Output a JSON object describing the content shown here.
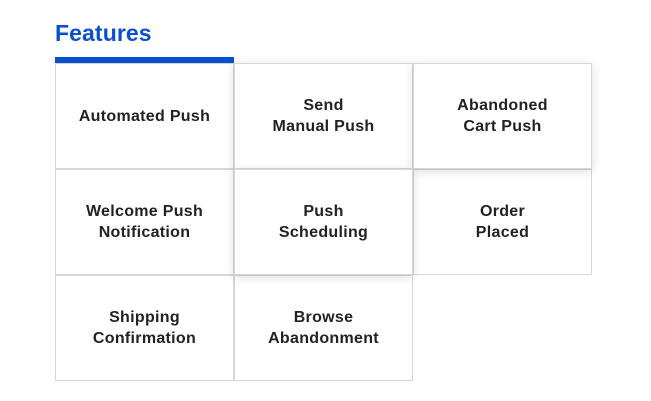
{
  "section": {
    "title": "Features",
    "accent_color": "#0b4fd1"
  },
  "features": [
    {
      "label": "Automated Push"
    },
    {
      "label": "Send\nManual Push"
    },
    {
      "label": "Abandoned\nCart Push"
    },
    {
      "label": "Welcome Push\nNotification"
    },
    {
      "label": "Push\nScheduling"
    },
    {
      "label": "Order\nPlaced"
    },
    {
      "label": "Shipping\nConfirmation"
    },
    {
      "label": "Browse\nAbandonment"
    }
  ]
}
